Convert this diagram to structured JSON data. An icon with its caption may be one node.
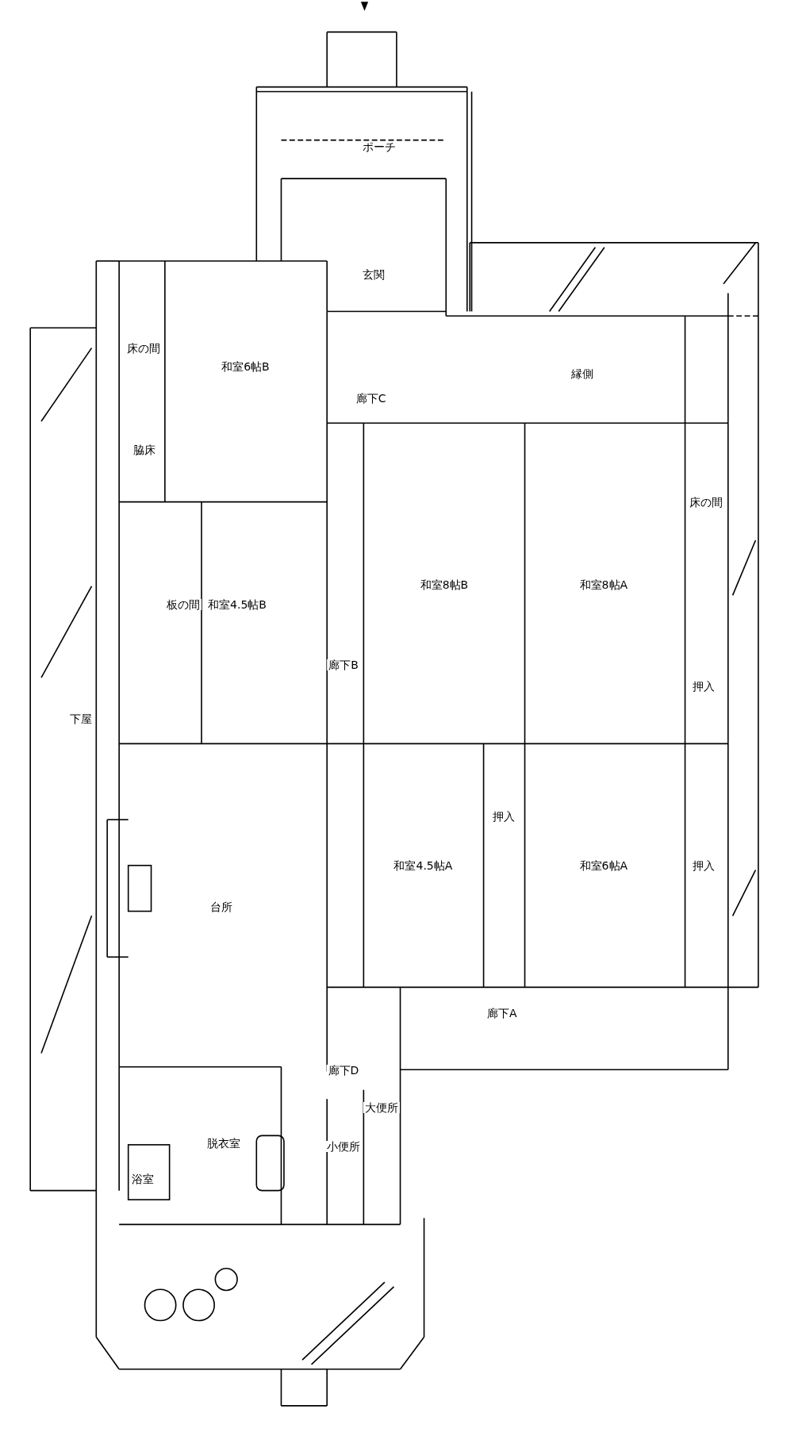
{
  "diagram": {
    "labels": [
      "ポーチ",
      "玄関",
      "床の間",
      "和室6帖B",
      "廊下C",
      "縁側",
      "脇床",
      "床の間",
      "和室8帖B",
      "和室8帖A",
      "板の間",
      "和室4.5帖B",
      "廊下B",
      "押入",
      "下屋",
      "押入",
      "和室4.5帖A",
      "和室6帖A",
      "押入",
      "台所",
      "廊下A",
      "廊下D",
      "大便所",
      "脱衣室",
      "浴室",
      "小便所"
    ]
  }
}
